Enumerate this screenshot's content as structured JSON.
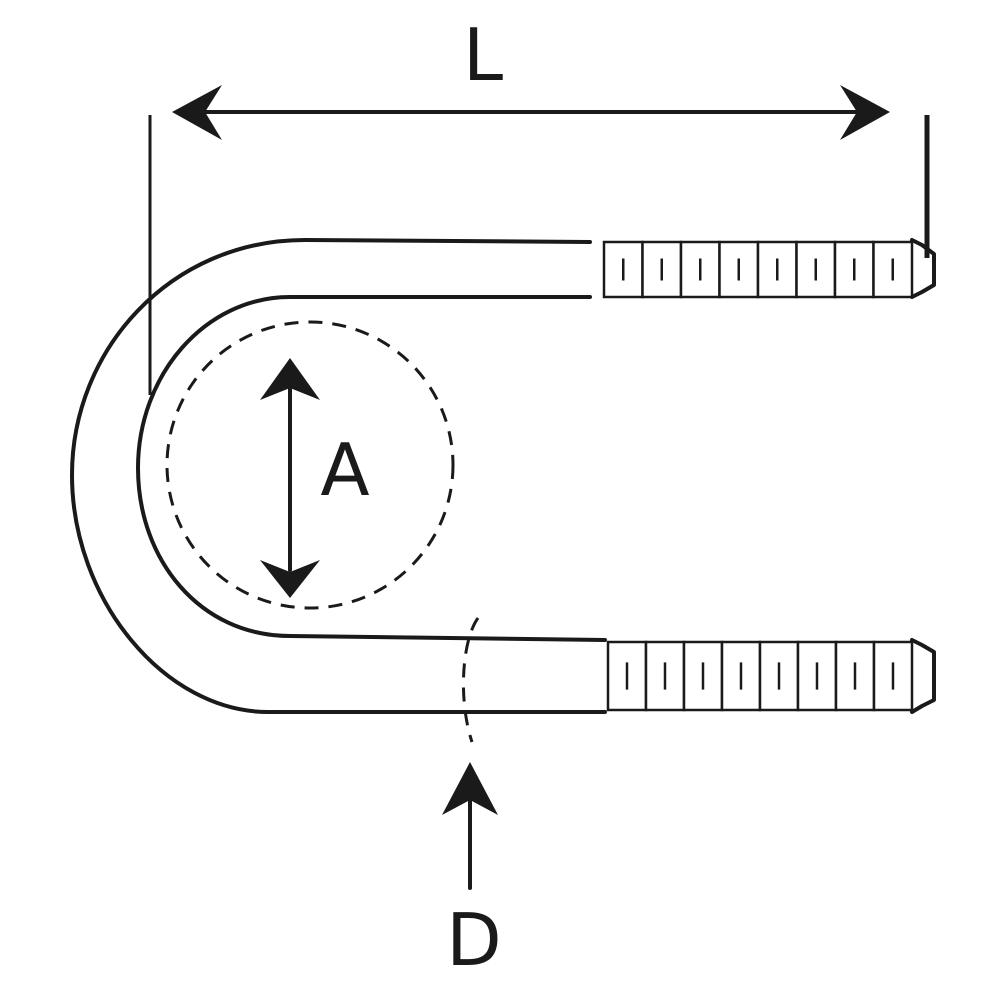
{
  "diagram": {
    "labels": {
      "length": "L",
      "inner_diameter": "A",
      "rod_diameter": "D"
    },
    "thread_segments_per_leg": 8,
    "colors": {
      "line": "#1a1a1a",
      "background": "#ffffff"
    }
  }
}
